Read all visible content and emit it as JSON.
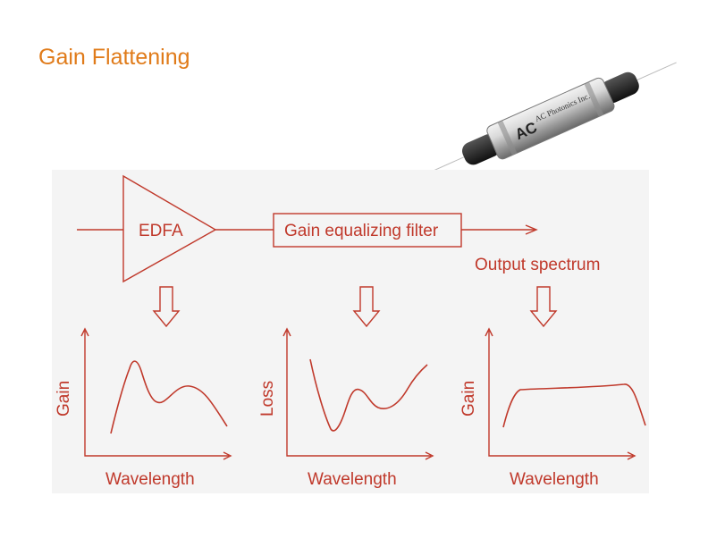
{
  "title": "Gain Flattening",
  "device": {
    "brand": "AC Photonics Inc.",
    "logo": "AC"
  },
  "diagram": {
    "amplifier_label": "EDFA",
    "filter_label": "Gain equalizing filter",
    "output_label": "Output spectrum",
    "plots": [
      {
        "ylabel": "Gain",
        "xlabel": "Wavelength"
      },
      {
        "ylabel": "Loss",
        "xlabel": "Wavelength"
      },
      {
        "ylabel": "Gain",
        "xlabel": "Wavelength"
      }
    ]
  },
  "colors": {
    "title": "#e07b1a",
    "diagram": "#c0392b",
    "background_panel": "#f4f4f4"
  }
}
